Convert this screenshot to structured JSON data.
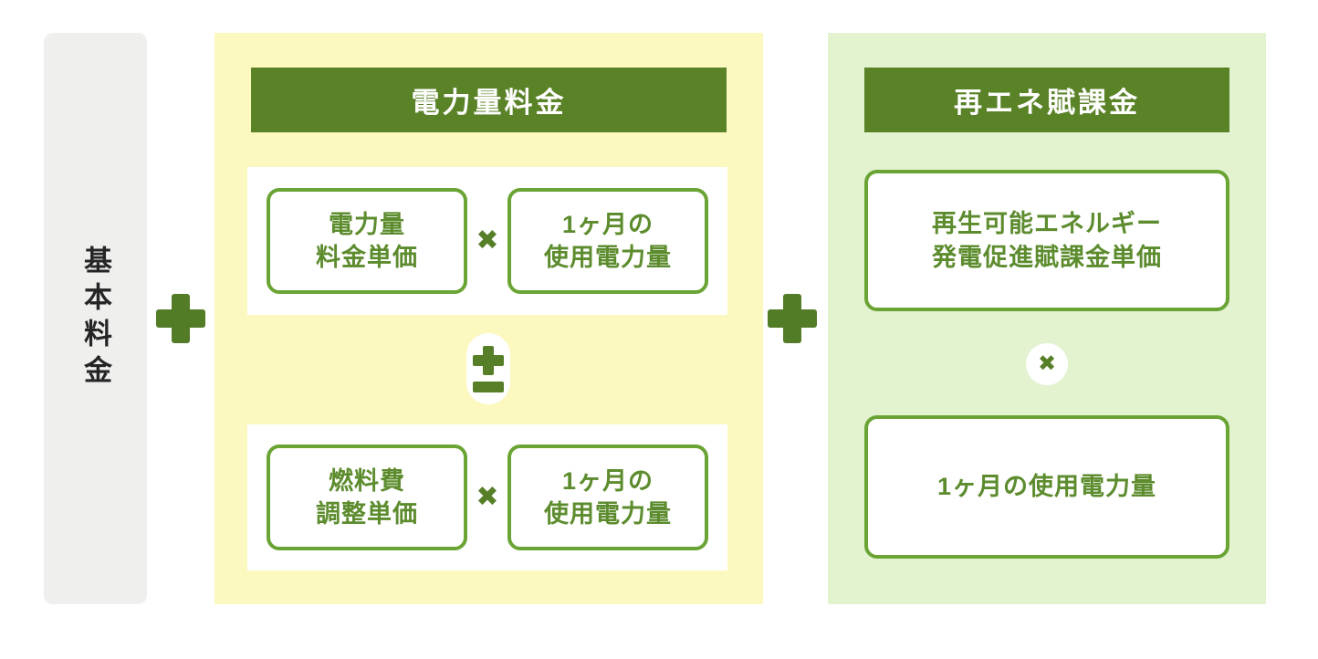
{
  "diagram_title": "electricity-bill-breakdown",
  "colors": {
    "header_green": "#5a8227",
    "box_border_green": "#6aa435",
    "box_text_green": "#5d8c2e",
    "symbol_green": "#537c27",
    "yellow_panel_bg": "#fbf8c0",
    "light_green_panel_bg": "#e3f2cf",
    "gray_column_bg": "#efefee",
    "base_text": "#252525"
  },
  "symbols": {
    "multiply": "✖"
  },
  "base": {
    "label": "基本料金"
  },
  "energy": {
    "title": "電力量料金",
    "row1": {
      "left": {
        "line1": "電力量",
        "line2": "料金単価"
      },
      "right": {
        "line1": "1ヶ月の",
        "line2": "使用電力量"
      }
    },
    "row2": {
      "left": {
        "line1": "燃料費",
        "line2": "調整単価"
      },
      "right": {
        "line1": "1ヶ月の",
        "line2": "使用電力量"
      }
    }
  },
  "levy": {
    "title": "再エネ賦課金",
    "box1": {
      "line1": "再生可能エネルギー",
      "line2": "発電促進賦課金単価"
    },
    "box2": {
      "label": "1ヶ月の使用電力量"
    }
  }
}
